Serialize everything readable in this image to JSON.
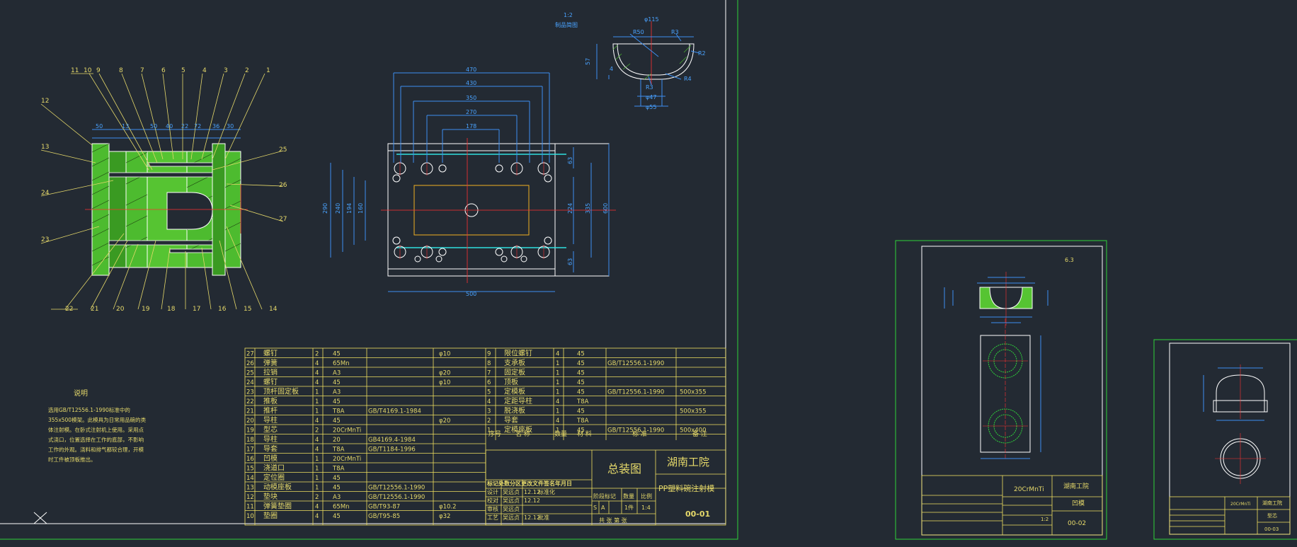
{
  "main_sheet": {
    "part_numbers_top": [
      "11",
      "10",
      "9",
      "8",
      "7",
      "6",
      "5",
      "4",
      "3",
      "2",
      "1"
    ],
    "part_numbers_left": [
      "12",
      "13",
      "24",
      "23"
    ],
    "part_numbers_right": [
      "25",
      "26",
      "27"
    ],
    "part_numbers_bottom": [
      "22",
      "21",
      "20",
      "19",
      "18",
      "17",
      "16",
      "15",
      "14"
    ],
    "section_dims_top": [
      "50",
      "13",
      "50",
      "40",
      "22",
      "72",
      "36",
      "30"
    ],
    "notes_title": "说明",
    "notes_body": [
      "选用GB/T12556.1-1990标准中的",
      "355x500模架。此模具为日常用品碗的类",
      "体注射模。在卧式注射机上使用。采用点",
      "式浇口，位置选择在工作的底部，不影响",
      "工作的外观。浇料和排气都较合理，开模",
      "时工件被顶板推出。"
    ],
    "plan_dims_top": [
      "470",
      "430",
      "350",
      "270",
      "178"
    ],
    "plan_dims_left": [
      "290",
      "240",
      "194",
      "160"
    ],
    "plan_dims_right": [
      "63",
      "224",
      "335",
      "600",
      "63"
    ],
    "plan_dim_bottom": "500",
    "product_scale": "1:2",
    "product_title": "制品简图",
    "product_dims": [
      "φ115",
      "R50",
      "R3",
      "R2",
      "R4",
      "R3",
      "57",
      "4",
      "φ47",
      "φ55"
    ],
    "bom_left": [
      [
        "27",
        "螺钉",
        "2",
        "45",
        "",
        "φ10"
      ],
      [
        "26",
        "弹簧",
        "4",
        "65Mn",
        "",
        ""
      ],
      [
        "25",
        "拉销",
        "4",
        "A3",
        "",
        "φ20"
      ],
      [
        "24",
        "螺钉",
        "4",
        "45",
        "",
        "φ10"
      ],
      [
        "23",
        "顶杆固定板",
        "1",
        "A3",
        "",
        ""
      ],
      [
        "22",
        "推板",
        "1",
        "45",
        "",
        ""
      ],
      [
        "21",
        "推杆",
        "1",
        "T8A",
        "GB/T4169.1-1984",
        ""
      ],
      [
        "20",
        "导柱",
        "4",
        "45",
        "",
        "φ20"
      ],
      [
        "19",
        "型芯",
        "2",
        "20CrMnTi",
        "",
        ""
      ],
      [
        "18",
        "导柱",
        "4",
        "20",
        "GB4169.4-1984",
        ""
      ],
      [
        "17",
        "导套",
        "4",
        "T8A",
        "GB/T1184-1996",
        ""
      ],
      [
        "16",
        "凹模",
        "1",
        "20CrMnTi",
        "",
        ""
      ],
      [
        "15",
        "浇道口",
        "1",
        "T8A",
        "",
        ""
      ],
      [
        "14",
        "定位圈",
        "1",
        "45",
        "",
        ""
      ],
      [
        "13",
        "动模座板",
        "1",
        "45",
        "GB/T12556.1-1990",
        ""
      ],
      [
        "12",
        "垫块",
        "2",
        "A3",
        "GB/T12556.1-1990",
        ""
      ],
      [
        "11",
        "弹簧垫圈",
        "4",
        "65Mn",
        "GB/T93-87",
        "φ10.2"
      ],
      [
        "10",
        "垫圈",
        "4",
        "45",
        "GB/T95-85",
        "φ32"
      ]
    ],
    "bom_right": [
      [
        "9",
        "限位螺钉",
        "4",
        "45",
        "",
        ""
      ],
      [
        "8",
        "支承板",
        "1",
        "45",
        "GB/T12556.1-1990",
        ""
      ],
      [
        "7",
        "固定板",
        "1",
        "45",
        "",
        ""
      ],
      [
        "6",
        "顶板",
        "1",
        "45",
        "",
        ""
      ],
      [
        "5",
        "定模板",
        "1",
        "45",
        "GB/T12556.1-1990",
        "500x355"
      ],
      [
        "4",
        "定距导柱",
        "4",
        "T8A",
        "",
        ""
      ],
      [
        "3",
        "脱浇板",
        "1",
        "45",
        "",
        "500x355"
      ],
      [
        "2",
        "导套",
        "4",
        "T8A",
        "",
        ""
      ],
      [
        "1",
        "定模座板",
        "1",
        "45",
        "GB/T12556.1-1990",
        "500x400"
      ]
    ],
    "bom_header": [
      "序号",
      "名 称",
      "数量",
      "材 料",
      "标 准",
      "备 注"
    ],
    "title_block": {
      "drawing_name": "总装图",
      "school": "湖南工院",
      "product": "PP塑料碗注射模",
      "drawing_no": "00-01",
      "stage_label": "阶段标记",
      "weight_label": "数量",
      "scale_label": "比例",
      "scale": "1:4",
      "count_label": "1件",
      "sheets": "共   张   第   张",
      "rev_row": "标记处数分区更改文件签名年月日",
      "design_row": "设计",
      "designer": "吴远贞",
      "date": "12.12",
      "std_label": "标准化",
      "check_row": "校对",
      "review_row": "审核",
      "process_row": "工艺",
      "approve_label": "批准",
      "marker_s": "S",
      "marker_a": "A"
    }
  },
  "sheet2": {
    "material": "20CrMnTi",
    "school": "湖南工院",
    "name": "凹模",
    "drawing_no": "00-02",
    "scale": "1:2",
    "roughness": "6.3"
  },
  "sheet3": {
    "material": "20CrMnTi",
    "school": "湖南工院",
    "name": "型芯",
    "drawing_no": "00-03"
  }
}
